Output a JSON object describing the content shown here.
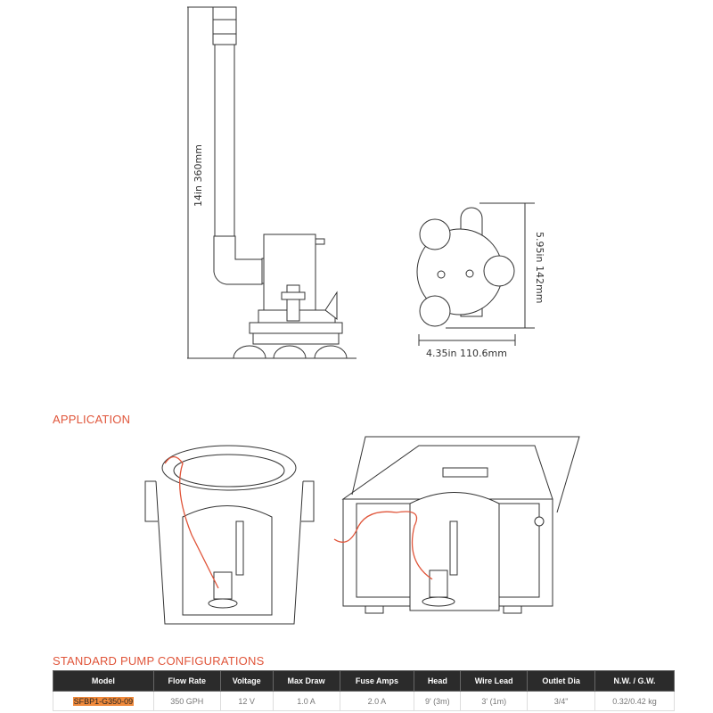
{
  "diagram": {
    "height_label": "14in 360mm",
    "side_height_label": "5.95in 142mm",
    "width_label": "4.35in 110.6mm"
  },
  "application": {
    "title": "APPLICATION"
  },
  "configurations": {
    "title": "STANDARD PUMP CONFIGURATIONS",
    "headers": [
      "Model",
      "Flow Rate",
      "Voltage",
      "Max Draw",
      "Fuse Amps",
      "Head",
      "Wire Lead",
      "Outlet Dia",
      "N.W. / G.W."
    ],
    "rows": [
      [
        "SFBP1-G350-09",
        "350 GPH",
        "12 V",
        "1.0 A",
        "2.0 A",
        "9' (3m)",
        "3' (1m)",
        "3/4\"",
        "0.32/0.42 kg"
      ]
    ],
    "highlight_color": "#f08a3c"
  }
}
